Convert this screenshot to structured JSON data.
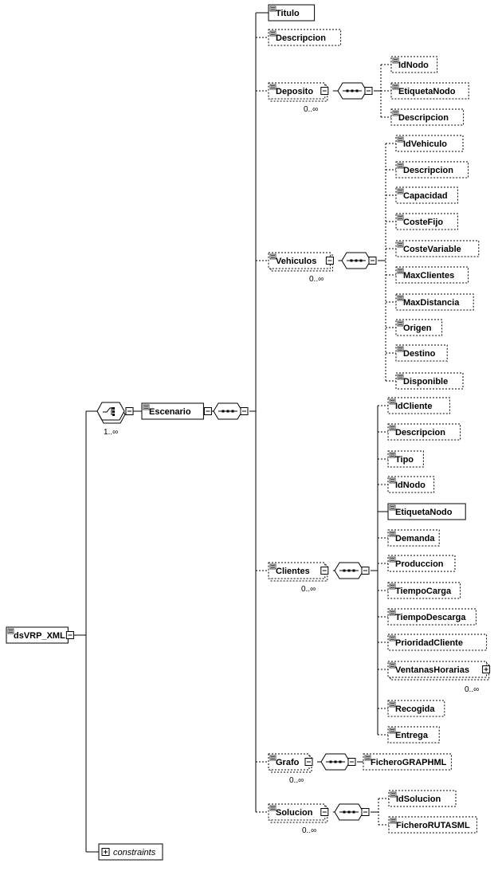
{
  "diagram": {
    "root": {
      "label": "dsVRP_XML"
    },
    "choice": {
      "occurs": "1..∞"
    },
    "escenario": {
      "label": "Escenario"
    },
    "constraints": {
      "label": "constraints"
    },
    "children": {
      "titulo": "Titulo",
      "descripcion": "Descripcion",
      "deposito": {
        "label": "Deposito",
        "occurs": "0..∞",
        "items": [
          "IdNodo",
          "EtiquetaNodo",
          "Descripcion"
        ]
      },
      "vehiculos": {
        "label": "Vehiculos",
        "occurs": "0..∞",
        "items": [
          "IdVehiculo",
          "Descripcion",
          "Capacidad",
          "CosteFijo",
          "CosteVariable",
          "MaxClientes",
          "MaxDistancia",
          "Origen",
          "Destino",
          "Disponible"
        ]
      },
      "clientes": {
        "label": "Clientes",
        "occurs": "0..∞",
        "items": [
          "IdCliente",
          "Descripcion",
          "Tipo",
          "IdNodo",
          "EtiquetaNodo",
          "Demanda",
          "Produccion",
          "TiempoCarga",
          "TiempoDescarga",
          "PrioridadCliente",
          "VentanasHorarias",
          "Recogida",
          "Entrega"
        ],
        "ventanas_occurs": "0..∞"
      },
      "grafo": {
        "label": "Grafo",
        "occurs": "0..∞",
        "items": [
          "FicheroGRAPHML"
        ]
      },
      "solucion": {
        "label": "Solucion",
        "occurs": "0..∞",
        "items": [
          "IdSolucion",
          "FicheroRUTASML"
        ]
      }
    }
  }
}
